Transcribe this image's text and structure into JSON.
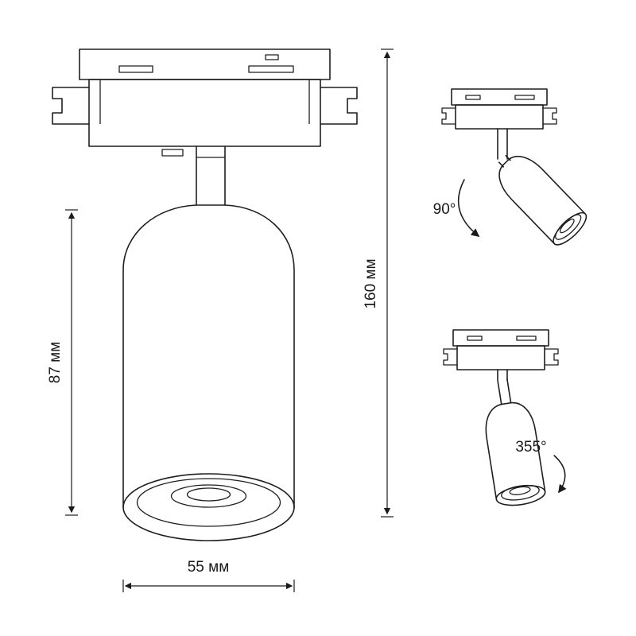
{
  "drawing": {
    "colors": {
      "line": "#1f1f1f",
      "text": "#1a1a1a",
      "background": "#ffffff"
    },
    "main_view": {
      "dimensions": {
        "body_height": "87 мм",
        "total_height": "160 мм",
        "diameter": "55 мм"
      }
    },
    "tilt_view": {
      "angle": "90°"
    },
    "rotation_view": {
      "angle": "355°"
    }
  }
}
